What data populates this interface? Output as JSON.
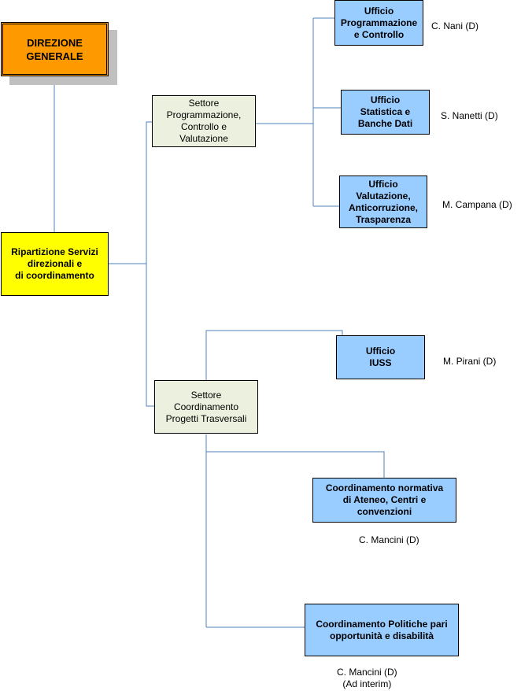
{
  "direzione": {
    "label": "DIREZIONE\nGENERALE"
  },
  "ripartizione": {
    "label": "Ripartizione Servizi\ndirezionali e\ndi coordinamento"
  },
  "settori": [
    {
      "label": "Settore\nProgrammazione,\nControllo e\nValutazione"
    },
    {
      "label": "Settore\nCoordinamento\nProgetti Trasversali"
    }
  ],
  "uffici": [
    {
      "label": "Ufficio\nProgrammazione\ne Controllo",
      "person": "C. Nani (D)"
    },
    {
      "label": "Ufficio\nStatistica e\nBanche Dati",
      "person": "S. Nanetti (D)"
    },
    {
      "label": "Ufficio\nValutazione,\nAnticorruzione,\nTrasparenza",
      "person": "M. Campana (D)"
    },
    {
      "label": "Ufficio\nIUSS",
      "person": "M. Pirani (D)"
    },
    {
      "label": "Coordinamento normativa\ndi Ateneo, Centri e\nconvenzioni",
      "person": "C. Mancini (D)"
    },
    {
      "label": "Coordinamento Politiche pari\nopportunità e disabilità",
      "person": "C. Mancini (D)\n(Ad interim)"
    }
  ]
}
